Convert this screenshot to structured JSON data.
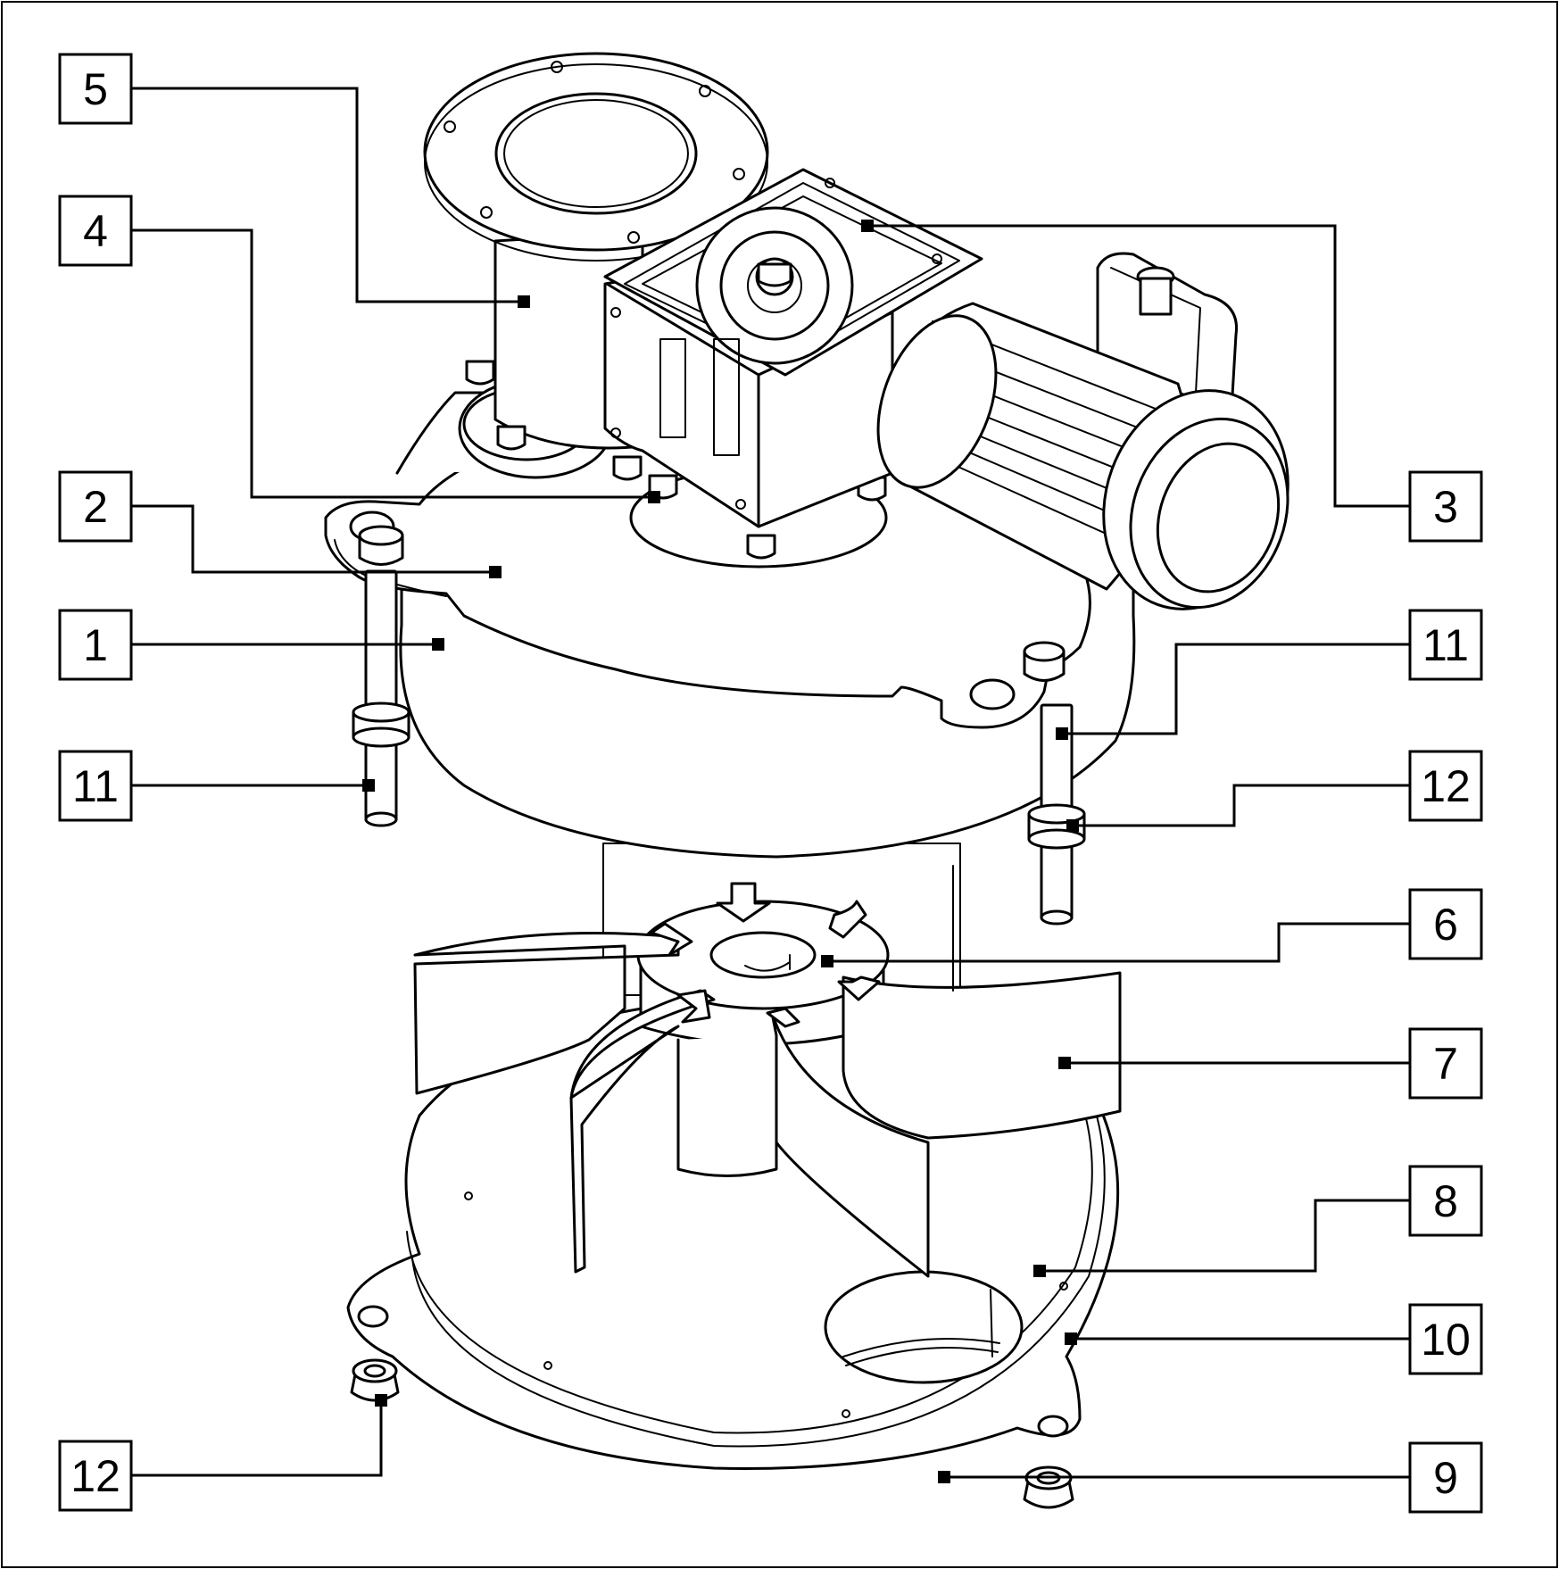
{
  "diagram": {
    "callouts": [
      {
        "id": "c5",
        "label": "5"
      },
      {
        "id": "c4",
        "label": "4"
      },
      {
        "id": "c2",
        "label": "2"
      },
      {
        "id": "c1",
        "label": "1"
      },
      {
        "id": "c11a",
        "label": "11"
      },
      {
        "id": "c12a",
        "label": "12"
      },
      {
        "id": "c3",
        "label": "3"
      },
      {
        "id": "c11b",
        "label": "11"
      },
      {
        "id": "c12b",
        "label": "12"
      },
      {
        "id": "c6",
        "label": "6"
      },
      {
        "id": "c7",
        "label": "7"
      },
      {
        "id": "c8",
        "label": "8"
      },
      {
        "id": "c10",
        "label": "10"
      },
      {
        "id": "c9",
        "label": "9"
      }
    ]
  }
}
